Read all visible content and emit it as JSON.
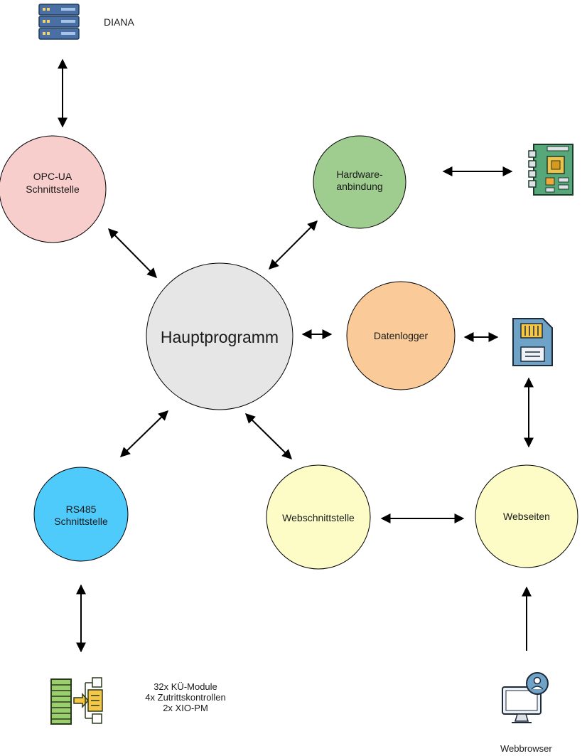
{
  "nodes": {
    "opcua": {
      "label_line1": "OPC-UA",
      "label_line2": "Schnittstelle"
    },
    "hardware": {
      "label_line1": "Hardware-",
      "label_line2": "anbindung"
    },
    "main": {
      "label": "Hauptprogramm"
    },
    "datalogger": {
      "label": "Datenlogger"
    },
    "rs485": {
      "label_line1": "RS485",
      "label_line2": "Schnittstelle"
    },
    "webinterface": {
      "label": "Webschnittstelle"
    },
    "webpages": {
      "label": "Webseiten"
    }
  },
  "externals": {
    "diana": {
      "label": "DIANA",
      "icon": "server-rack-icon"
    },
    "mainboard": {
      "icon": "motherboard-icon"
    },
    "sdcard": {
      "icon": "sd-card-icon"
    },
    "modules": {
      "icon": "network-modules-icon",
      "lines": [
        "32x KÜ-Module",
        "4x Zutrittskontrollen",
        "2x XIO-PM"
      ]
    },
    "browser": {
      "label": "Webbrowser",
      "icon": "monitor-user-icon"
    }
  },
  "colors": {
    "opcua": "#f8cecc",
    "hardware": "#9fcd8f",
    "main": "#e6e6e6",
    "datalogger": "#facb98",
    "rs485": "#4ecbfb",
    "web": "#fdfcc7",
    "stroke": "#000000"
  }
}
